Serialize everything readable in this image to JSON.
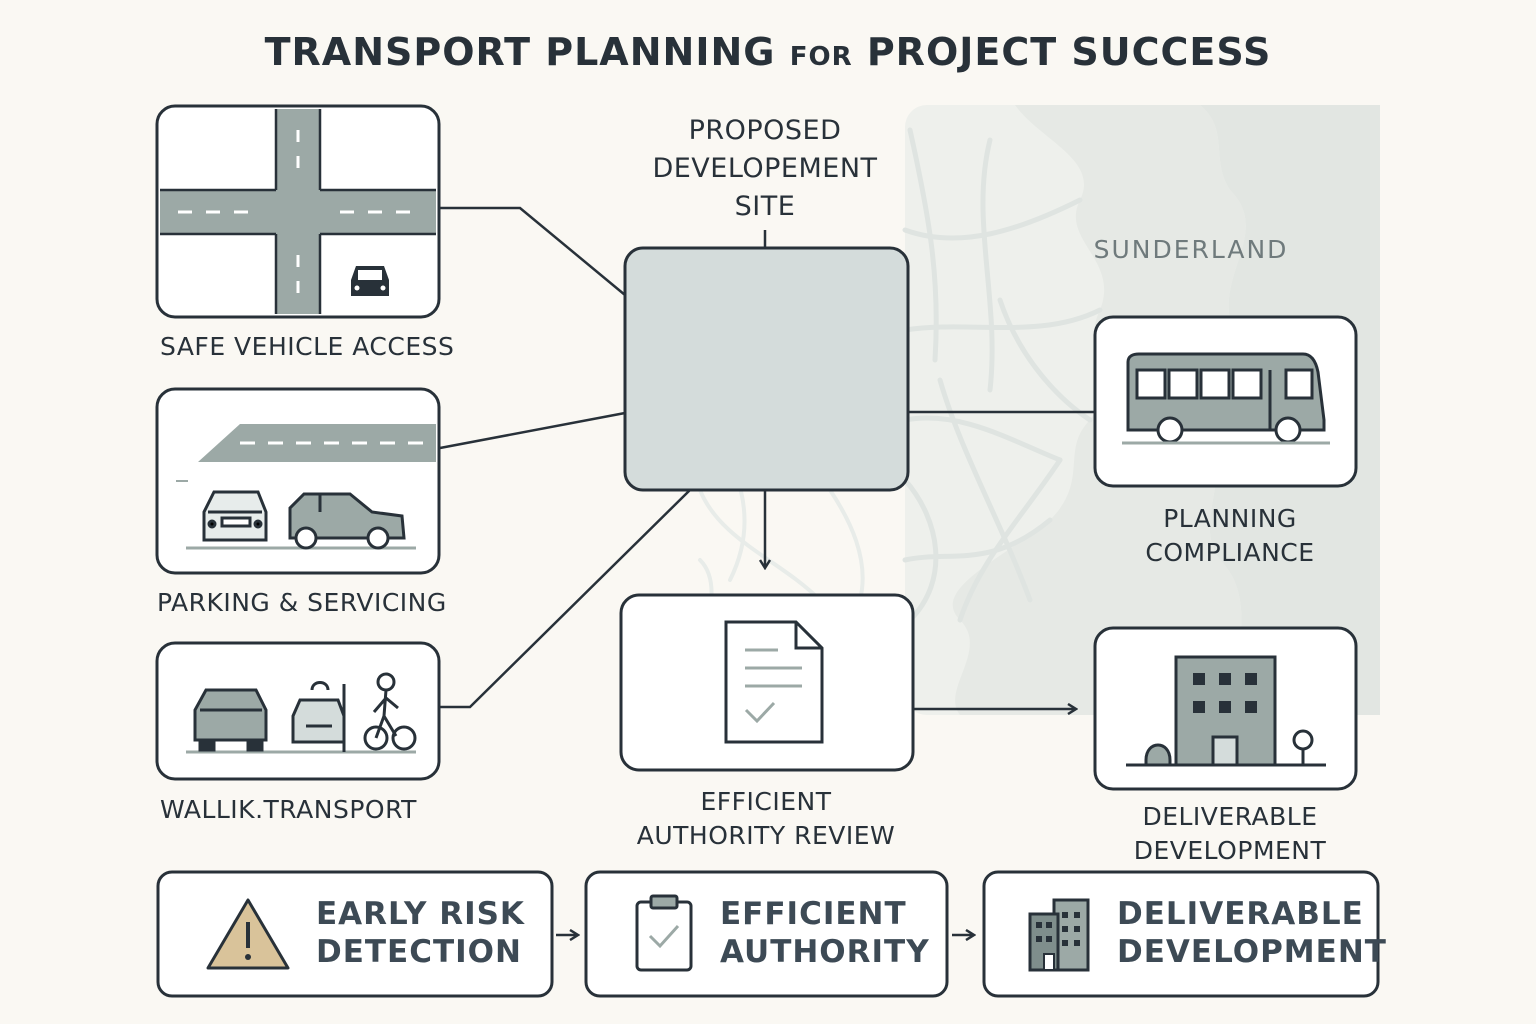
{
  "title": {
    "part1": "TRANSPORT PLANNING",
    "part2": "FOR",
    "part3": "PROJECT SUCCESS"
  },
  "map": {
    "place_label": "SUNDERLAND"
  },
  "site": {
    "label_lines": [
      "PROPOSED",
      "DEVELOPEMENT",
      "SITE"
    ]
  },
  "left_panels": [
    {
      "label": "SAFE VEHICLE ACCESS",
      "icon": "crossroad-car-icon"
    },
    {
      "label": "PARKING & SERVICING",
      "icon": "parking-cars-icon"
    },
    {
      "label": "WALLIK.TRANSPORT",
      "icon": "walk-transport-icon"
    }
  ],
  "right_panels": [
    {
      "label_lines": [
        "PLANNING",
        "COMPLIANCE"
      ],
      "icon": "bus-icon"
    },
    {
      "label_lines": [
        "DELIVERABLE",
        "DEVELOPMENT"
      ],
      "icon": "building-icon"
    }
  ],
  "center_panel": {
    "label_lines": [
      "EFFICIENT",
      "AUTHORITY REVIEW"
    ],
    "icon": "document-check-icon"
  },
  "bottom_steps": [
    {
      "lines": [
        "EARLY RISK",
        "DETECTION"
      ],
      "icon": "warning-icon"
    },
    {
      "lines": [
        "EFFICIENT",
        "AUTHORITY"
      ],
      "icon": "clipboard-check-icon"
    },
    {
      "lines": [
        "DELIVERABLE",
        "DEVELOPMENT"
      ],
      "icon": "building-icon"
    }
  ],
  "colors": {
    "stroke": "#283139",
    "fill_grey": "#9ca9a6",
    "site_fill": "#d4dcdb",
    "map_fill": "#e8ebe7",
    "warning_fill": "#d9c39a"
  }
}
